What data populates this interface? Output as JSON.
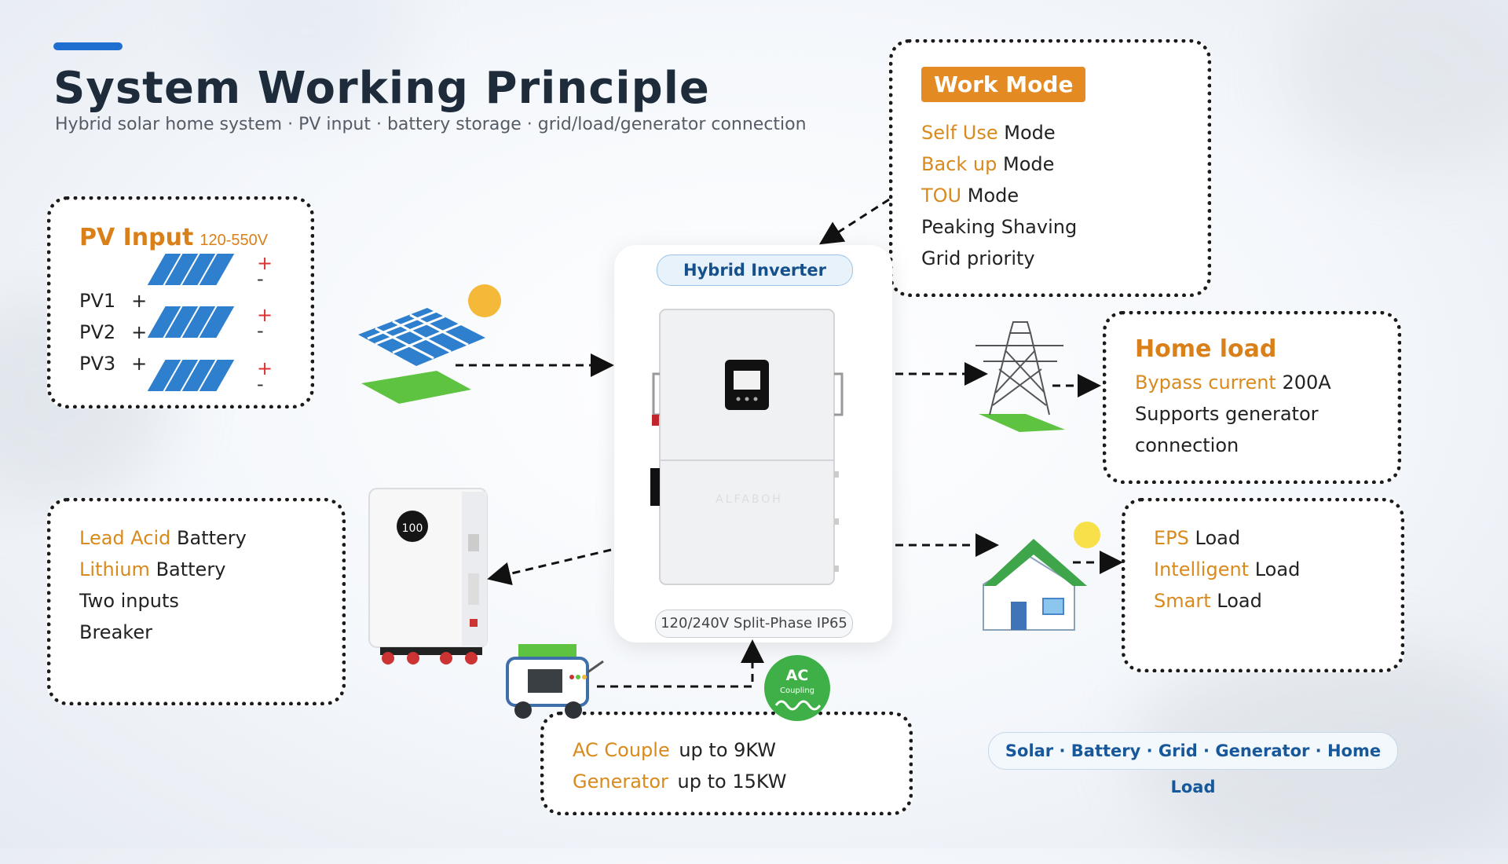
{
  "header": {
    "title": "System Working Principle",
    "subtitle": "Hybrid solar home system · PV input · battery storage · grid/load/generator connection"
  },
  "pv_input": {
    "title": "PV Input",
    "voltage": "120-550V",
    "rows": [
      {
        "label": "PV1",
        "plus": "+"
      },
      {
        "label": "PV2",
        "plus": "+"
      },
      {
        "label": "PV3",
        "plus": "+"
      }
    ],
    "pos_sign": "+",
    "neg_sign": "-"
  },
  "work_mode": {
    "title": "Work Mode",
    "items": [
      {
        "highlight": "Self Use",
        "rest": "Mode"
      },
      {
        "highlight": "Back up",
        "rest": "Mode"
      },
      {
        "highlight": "TOU",
        "rest": "Mode"
      },
      {
        "highlight": "",
        "rest": "Peaking Shaving"
      },
      {
        "highlight": "",
        "rest": "Grid priority"
      }
    ]
  },
  "inverter": {
    "title": "Hybrid Inverter",
    "footer": "120/240V Split-Phase IP65",
    "brand": "ALFABOH"
  },
  "home_load": {
    "title": "Home load",
    "items": [
      {
        "highlight": "Bypass current",
        "rest": "200A"
      },
      {
        "highlight": "",
        "rest": "Supports generator"
      },
      {
        "highlight": "",
        "rest": "connection"
      }
    ]
  },
  "battery": {
    "items": [
      {
        "highlight": "Lead Acid",
        "rest": "Battery"
      },
      {
        "highlight": "Lithium",
        "rest": "Battery"
      },
      {
        "highlight": "",
        "rest": "Two inputs"
      },
      {
        "highlight": "",
        "rest": "Breaker"
      }
    ],
    "display_value": "100"
  },
  "eps_load": {
    "items": [
      {
        "highlight": "EPS",
        "rest": "Load"
      },
      {
        "highlight": "Intelligent",
        "rest": "Load"
      },
      {
        "highlight": "Smart",
        "rest": "Load"
      }
    ]
  },
  "ac_couple": {
    "badge_main": "AC",
    "badge_sub": "Coupling",
    "items": [
      {
        "highlight": "AC Couple",
        "rest": "up to 9KW"
      },
      {
        "highlight": "Generator",
        "rest": "up to 15KW"
      }
    ]
  },
  "footer_chip": "Solar · Battery · Grid · Generator · Home Load",
  "colors": {
    "accent_orange": "#d9801a",
    "brand_blue": "#1f6fd1",
    "panel_blue": "#2f7fcf",
    "grass_green": "#5ec340",
    "sun_yellow": "#f5b93a",
    "house_green": "#3fa54a"
  },
  "icons": [
    "solar-panel-icon",
    "sun-icon",
    "transmission-tower-icon",
    "house-icon",
    "battery-icon",
    "generator-icon",
    "ac-coupling-icon",
    "arrow-icon"
  ]
}
